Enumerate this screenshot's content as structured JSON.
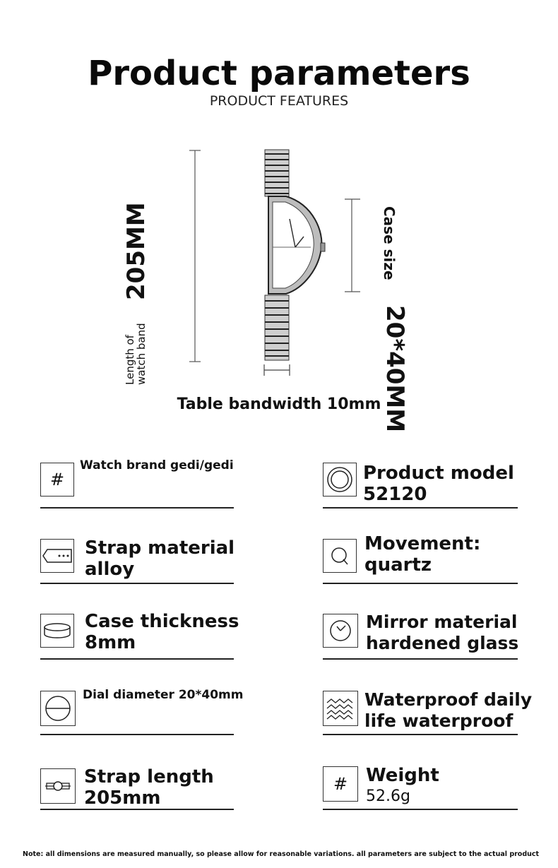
{
  "header": {
    "title": "Product parameters",
    "subtitle": "PRODUCT FEATURES"
  },
  "diagram": {
    "band_length_value": "205MM",
    "band_length_label": "Length of watch band",
    "case_size_value": "20*40MM",
    "case_size_label": "Case size",
    "bandwidth": "Table bandwidth 10mm"
  },
  "specs": {
    "brand": "Watch brand gedi/gedi",
    "model_label": "Product model",
    "model_value": "52120",
    "strap_material_label": "Strap material",
    "strap_material_value": "alloy",
    "movement_label": "Movement:",
    "movement_value": "quartz",
    "case_thickness_label": "Case thickness",
    "case_thickness_value": "8mm",
    "mirror_label": "Mirror material",
    "mirror_value": "hardened glass",
    "dial": "Dial diameter 20*40mm",
    "waterproof_label": "Waterproof daily",
    "waterproof_value": "life waterproof",
    "strap_length_label": "Strap length",
    "strap_length_value": "205mm",
    "weight_label": "Weight",
    "weight_value": "52.6g",
    "hash_symbol": "#"
  },
  "footer": {
    "note": "Note: all dimensions are measured manually, so please allow for reasonable variations. all parameters are subject to the actual product"
  },
  "colors": {
    "text": "#111111",
    "line": "#222222",
    "background": "#ffffff"
  }
}
